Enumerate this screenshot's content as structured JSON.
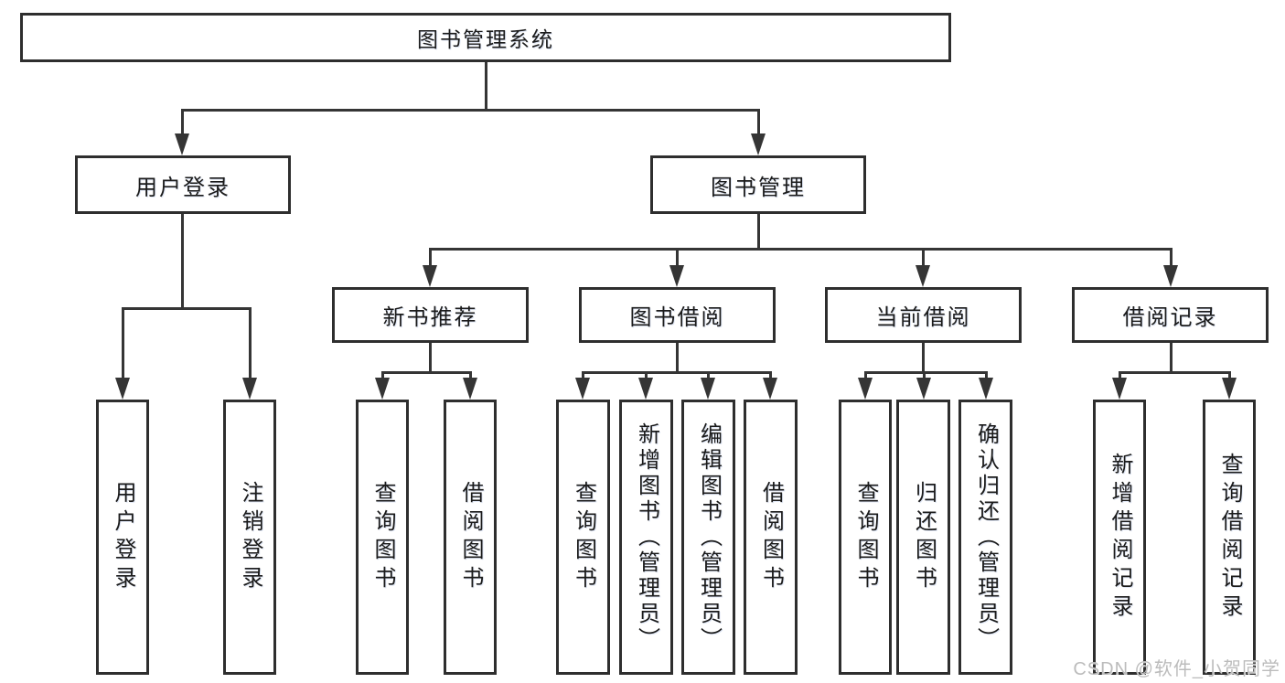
{
  "diagram": {
    "title": "图书管理系统",
    "nodes": [
      {
        "id": "root",
        "label": "图书管理系统",
        "parent": null
      },
      {
        "id": "user-login",
        "label": "用户登录",
        "parent": "root"
      },
      {
        "id": "book-mgmt",
        "label": "图书管理",
        "parent": "root"
      },
      {
        "id": "new-book-rec",
        "label": "新书推荐",
        "parent": "book-mgmt"
      },
      {
        "id": "book-borrow",
        "label": "图书借阅",
        "parent": "book-mgmt"
      },
      {
        "id": "current-borrow",
        "label": "当前借阅",
        "parent": "book-mgmt"
      },
      {
        "id": "borrow-record",
        "label": "借阅记录",
        "parent": "book-mgmt"
      },
      {
        "id": "login-leaf",
        "label": "用户登录",
        "parent": "user-login"
      },
      {
        "id": "logout-leaf",
        "label": "注销登录",
        "parent": "user-login"
      },
      {
        "id": "rec-query",
        "label": "查询图书",
        "parent": "new-book-rec"
      },
      {
        "id": "rec-borrow",
        "label": "借阅图书",
        "parent": "new-book-rec"
      },
      {
        "id": "bb-query",
        "label": "查询图书",
        "parent": "book-borrow"
      },
      {
        "id": "bb-add",
        "label": "新增图书（管理员）",
        "parent": "book-borrow"
      },
      {
        "id": "bb-edit",
        "label": "编辑图书（管理员）",
        "parent": "book-borrow"
      },
      {
        "id": "bb-borrow",
        "label": "借阅图书",
        "parent": "book-borrow"
      },
      {
        "id": "cb-query",
        "label": "查询图书",
        "parent": "current-borrow"
      },
      {
        "id": "cb-return",
        "label": "归还图书",
        "parent": "current-borrow"
      },
      {
        "id": "cb-confirm",
        "label": "确认归还（管理员）",
        "parent": "current-borrow"
      },
      {
        "id": "br-add",
        "label": "新增借阅记录",
        "parent": "borrow-record"
      },
      {
        "id": "br-query",
        "label": "查询借阅记录",
        "parent": "borrow-record"
      }
    ]
  },
  "watermark": {
    "text": "CSDN @软件_小贺同学"
  },
  "colors": {
    "background": "#ffffff",
    "line": "#353535",
    "box_border": "#2e2e2e",
    "box_bg": "#ffffff",
    "text": "#1b1b1b",
    "watermark": "#bcbcbc"
  }
}
